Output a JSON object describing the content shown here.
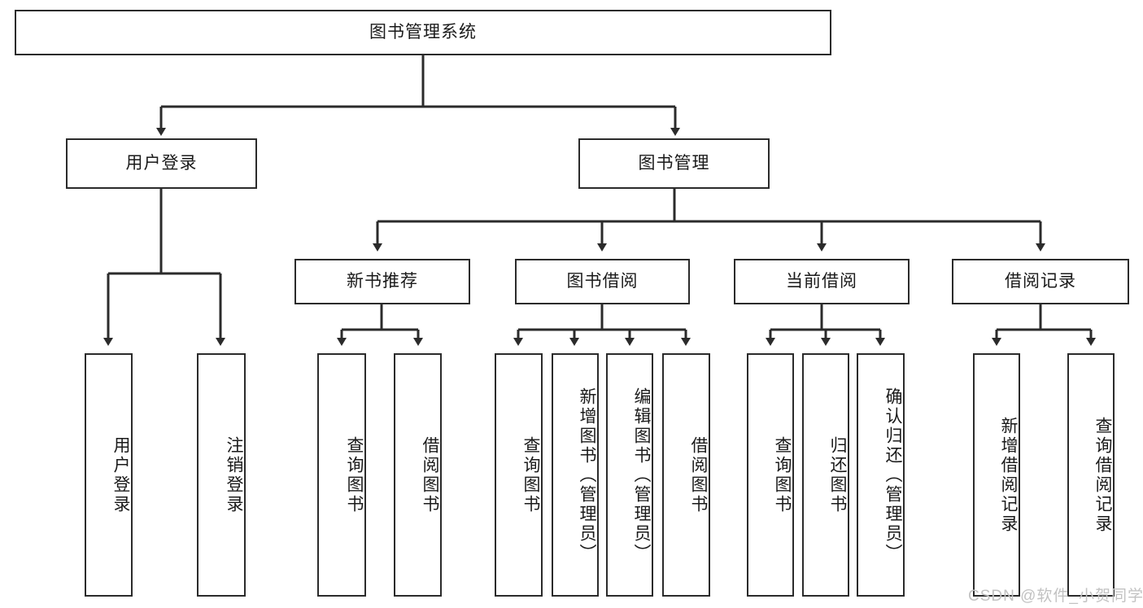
{
  "diagram": {
    "type": "hierarchy-tree",
    "title": "图书管理系统",
    "orientation": "top-down",
    "colors": {
      "stroke": "#2b2b2b",
      "fill": "#ffffff",
      "text": "#1a1a1a",
      "watermark": "#c2c2c2"
    },
    "levels": {
      "root": {
        "label": "图书管理系统"
      },
      "level2": [
        {
          "label": "用户登录"
        },
        {
          "label": "图书管理"
        }
      ],
      "level3": [
        {
          "label": "新书推荐"
        },
        {
          "label": "图书借阅"
        },
        {
          "label": "当前借阅"
        },
        {
          "label": "借阅记录"
        }
      ],
      "leaves": {
        "user_login": [
          {
            "label": "用户登录"
          },
          {
            "label": "注销登录"
          }
        ],
        "new_book_recommend": [
          {
            "label": "查询图书"
          },
          {
            "label": "借阅图书"
          }
        ],
        "book_borrow": [
          {
            "label": "查询图书"
          },
          {
            "label": "新增图书（管理员）"
          },
          {
            "label": "编辑图书（管理员）"
          },
          {
            "label": "借阅图书"
          }
        ],
        "current_borrow": [
          {
            "label": "查询图书"
          },
          {
            "label": "归还图书"
          },
          {
            "label": "确认归还（管理员）"
          }
        ],
        "borrow_record": [
          {
            "label": "新增借阅记录"
          },
          {
            "label": "查询借阅记录"
          }
        ]
      }
    }
  },
  "watermark": {
    "text": "CSDN @软件_小贺同学"
  }
}
